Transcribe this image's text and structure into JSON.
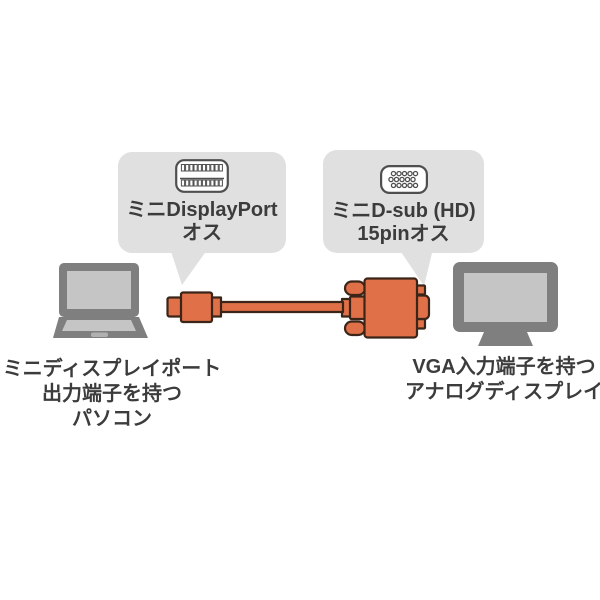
{
  "callouts": {
    "left": {
      "icon": "mini-displayport-connector",
      "lines": [
        "ミニDisplayPort",
        "オス"
      ]
    },
    "right": {
      "icon": "mini-dsub-hd-15pin-connector",
      "lines": [
        "ミニD-sub (HD)",
        "15pinオス"
      ]
    }
  },
  "captions": {
    "left": {
      "lines": [
        "ミニディスプレイポート",
        "出力端子を持つ",
        "パソコン"
      ]
    },
    "right": {
      "lines": [
        "VGA入力端子を持つ",
        "アナログディスプレイ"
      ]
    }
  },
  "colors": {
    "background": "#ffffff",
    "callout_bubble": "#e0e0e0",
    "cable_orange": "#df7048",
    "cable_outline": "#3b2518",
    "device_gray": "#7f7f7f",
    "device_screen_gray": "#c5c5c5",
    "trackpad_gray": "#b0b0b0",
    "icon_stroke": "#4f4f4f",
    "text": "#3c3c3c"
  }
}
